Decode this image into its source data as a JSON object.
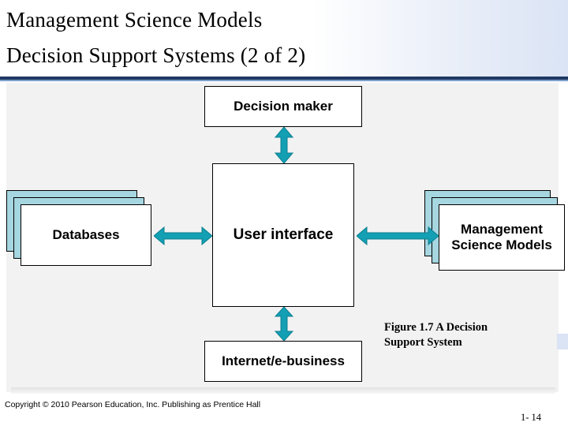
{
  "slide": {
    "title_line_1": "Management Science Models",
    "title_line_2": "Decision Support Systems (2 of 2)",
    "accent_color": "#1f3864",
    "box_fill": "#ffffff",
    "stack_fill": "#a6d6e0",
    "arrow_color": "#139fb4"
  },
  "diagram": {
    "boxes": {
      "decision_maker": "Decision maker",
      "user_interface": "User interface",
      "internet": "Internet/e-business",
      "databases": "Databases",
      "management_science_models_line_1": "Management",
      "management_science_models_line_2": "Science Models"
    },
    "arrows": [
      {
        "name": "arrow-decision-maker-user-interface",
        "orientation": "vertical"
      },
      {
        "name": "arrow-user-interface-internet",
        "orientation": "vertical"
      },
      {
        "name": "arrow-databases-user-interface",
        "orientation": "horizontal"
      },
      {
        "name": "arrow-user-interface-models",
        "orientation": "horizontal"
      }
    ]
  },
  "caption": {
    "line_1": "Figure 1.7  A Decision",
    "line_2": "Support System"
  },
  "footer": {
    "copyright": "Copyright © 2010 Pearson Education, Inc. Publishing as Prentice Hall",
    "slide_number": "1- 14"
  }
}
